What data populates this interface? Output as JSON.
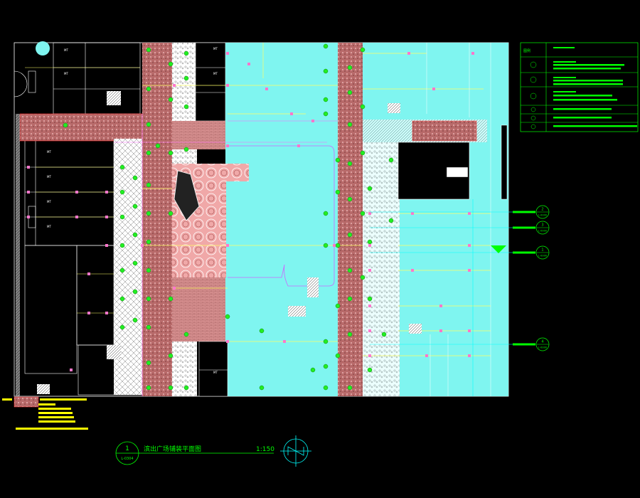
{
  "drawing": {
    "title": "滨出广场铺装平面图",
    "scale": "1:150",
    "detail_number": "1",
    "sheet_number": "L-0304"
  },
  "legend": {
    "header": "图例"
  },
  "section_markers": [
    {
      "num": "2",
      "sheet": "L-0000"
    },
    {
      "num": "3",
      "sheet": "L-0000"
    },
    {
      "num": "1",
      "sheet": "L-0000"
    },
    {
      "num": "4",
      "sheet": "L-0000"
    }
  ],
  "room_labels": [
    "MT",
    "MT",
    "MT",
    "MT",
    "MT",
    "MT",
    "MT",
    "MT",
    "MT"
  ],
  "colors": {
    "background": "#000000",
    "plaza_fill": "#7ff5f0",
    "paving_red": "#c07878",
    "cad_green": "#00ff00",
    "cad_yellow": "#ffff00",
    "cad_white": "#ffffff",
    "cad_magenta": "#ff66ff"
  }
}
